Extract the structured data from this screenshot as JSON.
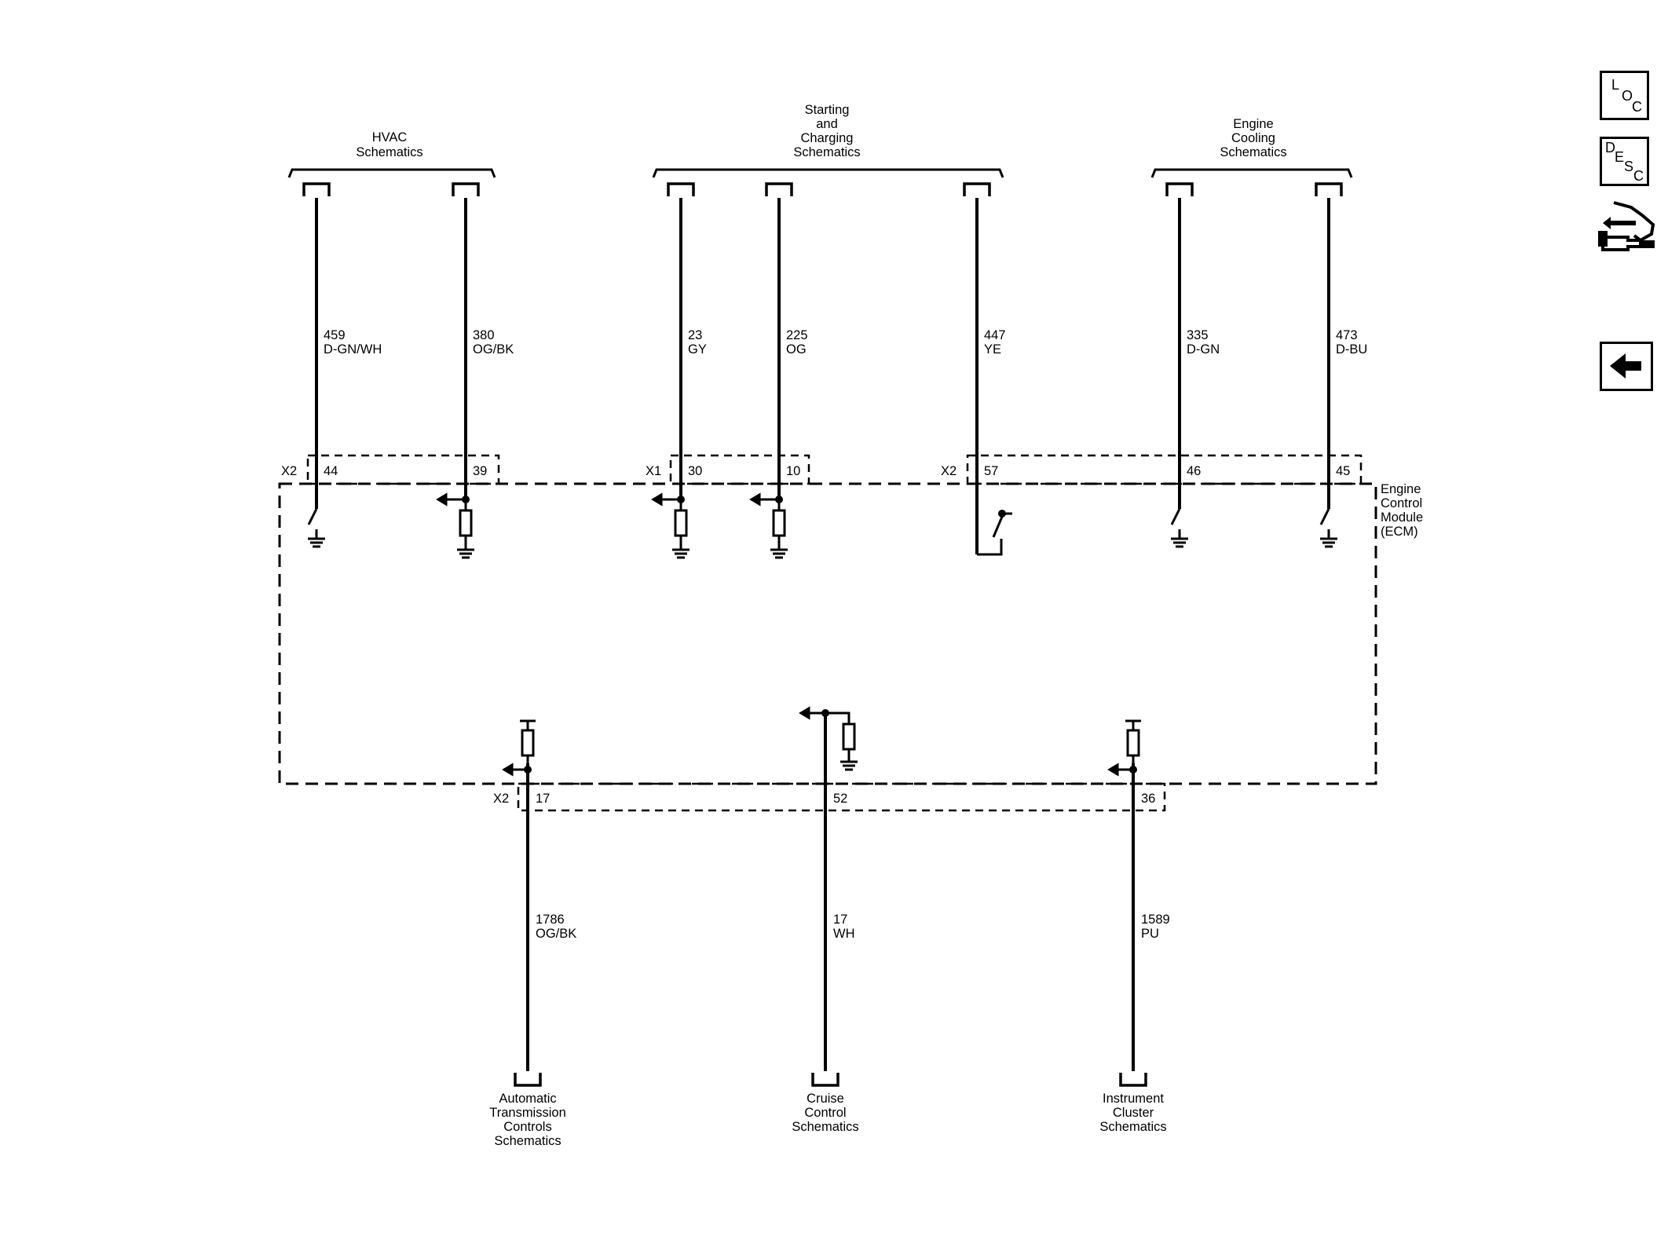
{
  "diagram": {
    "targets_top": [
      {
        "name": "HVAC",
        "lines": [
          "HVAC",
          "Schematics"
        ]
      },
      {
        "name": "Starting and Charging",
        "lines": [
          "Starting",
          "and",
          "Charging",
          "Schematics"
        ]
      },
      {
        "name": "Engine Cooling",
        "lines": [
          "Engine",
          "Cooling",
          "Schematics"
        ]
      }
    ],
    "targets_bottom": [
      {
        "name": "Automatic Transmission Controls",
        "lines": [
          "Automatic",
          "Transmission",
          "Controls",
          "Schematics"
        ]
      },
      {
        "name": "Cruise Control",
        "lines": [
          "Cruise",
          "Control",
          "Schematics"
        ]
      },
      {
        "name": "Instrument Cluster",
        "lines": [
          "Instrument",
          "Cluster",
          "Schematics"
        ]
      }
    ],
    "module": {
      "lines": [
        "Engine",
        "Control",
        "Module",
        "(ECM)"
      ]
    },
    "connectors": {
      "x2_top_left": "X2",
      "x1_top": "X1",
      "x2_top_right": "X2",
      "x2_bottom": "X2"
    },
    "wires_top": [
      {
        "circuit": "459",
        "color": "D-GN/WH",
        "pin": "44",
        "internal": "switch-ground"
      },
      {
        "circuit": "380",
        "color": "OG/BK",
        "pin": "39",
        "internal": "resistor-ground-arrow"
      },
      {
        "circuit": "23",
        "color": "GY",
        "pin": "30",
        "internal": "resistor-ground-arrow"
      },
      {
        "circuit": "225",
        "color": "OG",
        "pin": "10",
        "internal": "resistor-ground-arrow"
      },
      {
        "circuit": "447",
        "color": "YE",
        "pin": "57",
        "internal": "switch-loop"
      },
      {
        "circuit": "335",
        "color": "D-GN",
        "pin": "46",
        "internal": "switch-ground"
      },
      {
        "circuit": "473",
        "color": "D-BU",
        "pin": "45",
        "internal": "switch-ground"
      }
    ],
    "wires_bottom": [
      {
        "circuit": "1786",
        "color": "OG/BK",
        "pin": "17",
        "internal": "pullup-arrow"
      },
      {
        "circuit": "17",
        "color": "WH",
        "pin": "52",
        "internal": "arrow-resistor-ground"
      },
      {
        "circuit": "1589",
        "color": "PU",
        "pin": "36",
        "internal": "pullup-arrow"
      }
    ]
  },
  "sidebar": {
    "loc": {
      "letters": [
        "L",
        "O",
        "C"
      ]
    },
    "desc": {
      "letters": [
        "D",
        "E",
        "S",
        "C"
      ]
    },
    "tools_icon": "connector-tools-icon",
    "back_icon": "back-arrow-icon"
  },
  "colors": {
    "ink": "#000000",
    "paper": "#ffffff"
  }
}
